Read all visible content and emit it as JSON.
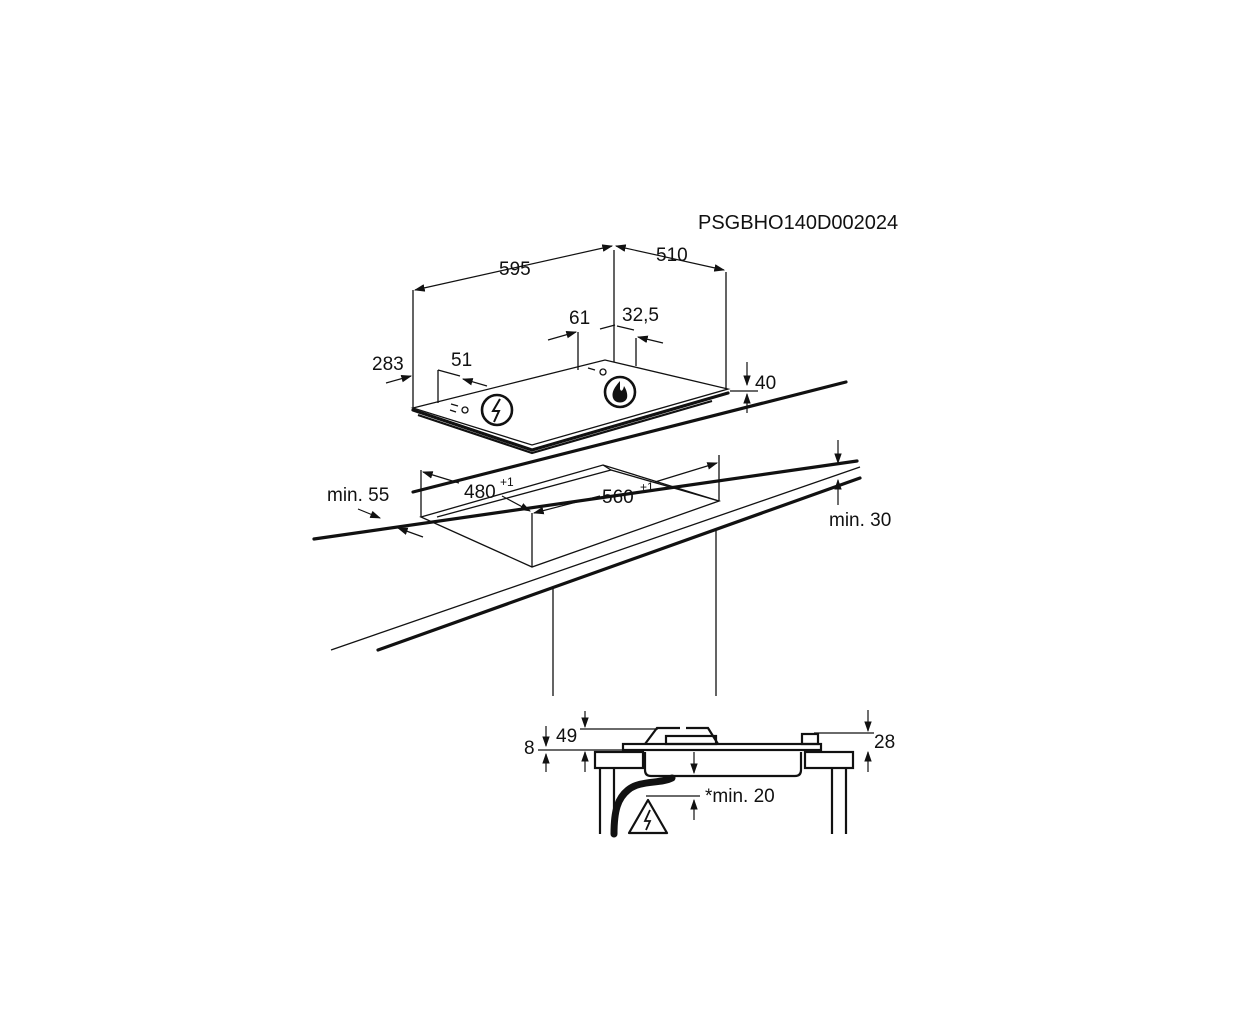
{
  "drawing_code": "PSGBHO140D002024",
  "dimensions": {
    "width": "595",
    "depth": "510",
    "d283": "283",
    "d51": "51",
    "d61": "61",
    "d32_5": "32,5",
    "height": "40",
    "cutout_depth": "480",
    "cutout_depth_tol": "+1",
    "cutout_width": "560",
    "cutout_width_tol": "+1",
    "min_front": "min. 55",
    "min_back": "min. 30",
    "d8": "8",
    "d49": "49",
    "d28": "28",
    "min_below": "*min. 20"
  },
  "icons": [
    "electric-connection-icon",
    "gas-connection-icon",
    "electric-warning-icon"
  ],
  "colors": {
    "line": "#111111",
    "background": "#ffffff"
  }
}
